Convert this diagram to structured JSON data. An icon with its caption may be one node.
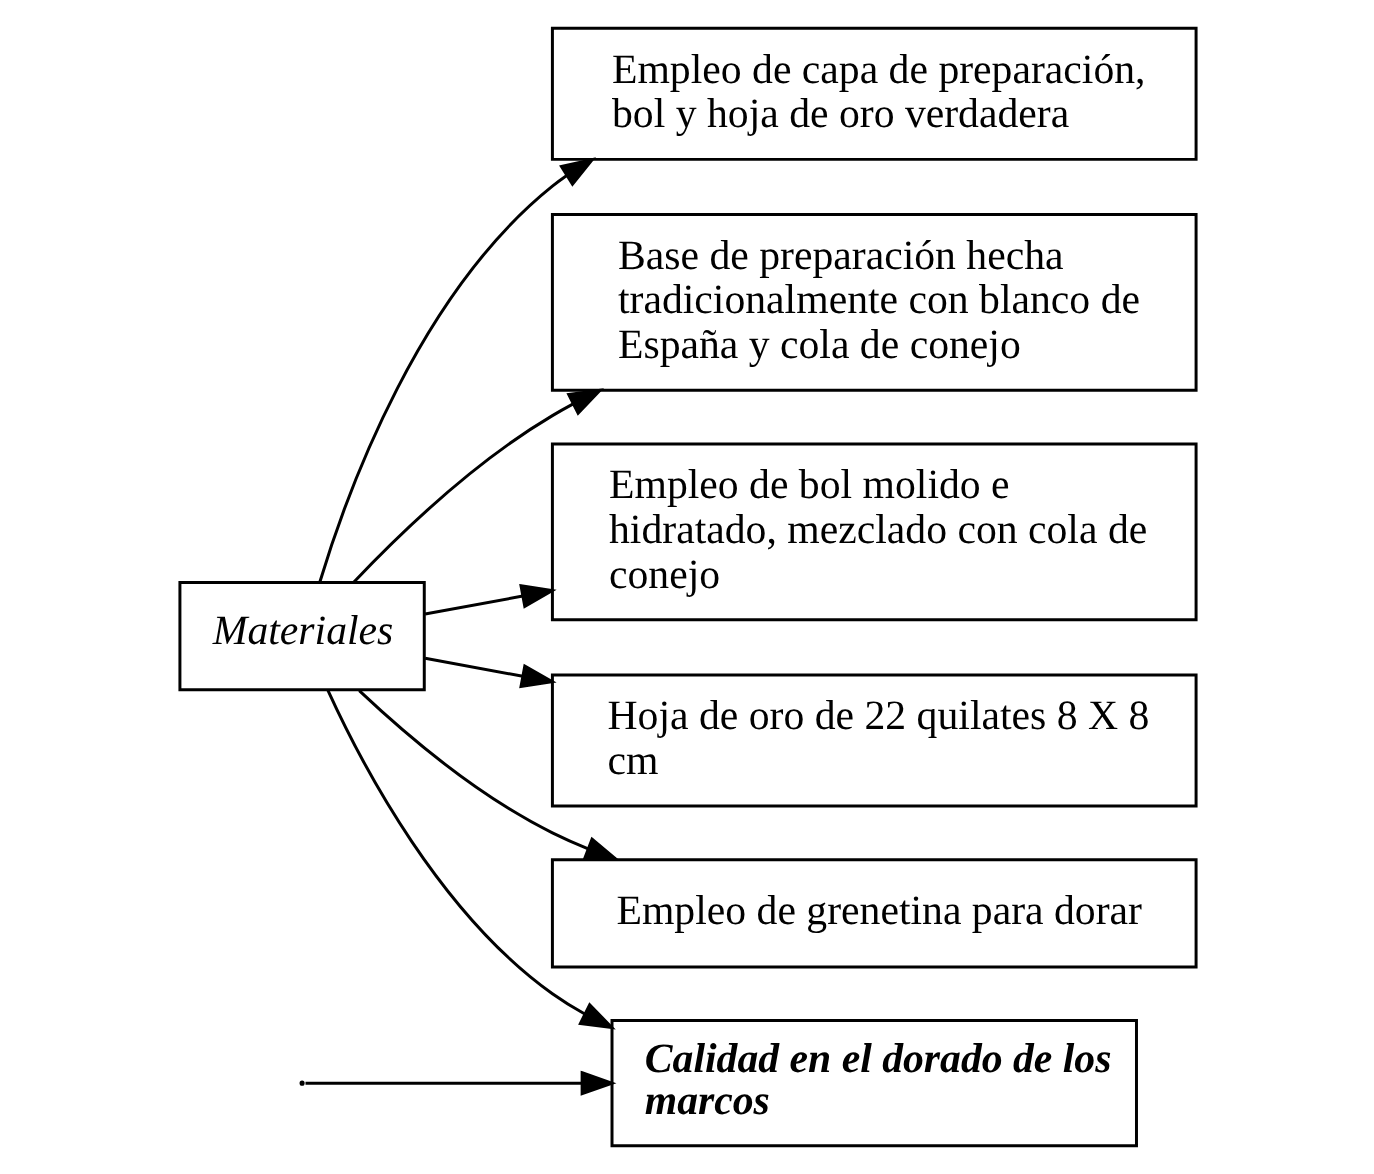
{
  "diagram": {
    "nodes": [
      {
        "text": [
          "Materiales"
        ]
      },
      {
        "text": [
          "Empleo de capa de preparación, bol y hoja de oro verdadera"
        ]
      },
      {
        "text": [
          "Base de preparación hecha tradicionalmente con blanco de España y cola de conejo"
        ]
      },
      {
        "text": [
          "Empleo de bol molido e hidratado, mezclado con cola de conejo"
        ]
      },
      {
        "text": [
          "Hoja de oro de 22 quilates 8 X 8 cm"
        ]
      },
      {
        "text": [
          "Empleo de grenetina para dorar"
        ]
      },
      {
        "text": [
          "Calidad en el dorado de los marcos"
        ]
      }
    ],
    "edges": [
      {
        "from": 0,
        "to": 1,
        "arrow": "to"
      },
      {
        "from": 0,
        "to": 2,
        "arrow": "to"
      },
      {
        "from": 0,
        "to": 3,
        "arrow": "to"
      },
      {
        "from": 0,
        "to": 4,
        "arrow": "to"
      },
      {
        "from": 0,
        "to": 5,
        "arrow": "to"
      },
      {
        "from": 0,
        "to": 6,
        "arrow": "to"
      },
      {
        "from": null,
        "to": 6,
        "arrow": "to"
      }
    ]
  }
}
